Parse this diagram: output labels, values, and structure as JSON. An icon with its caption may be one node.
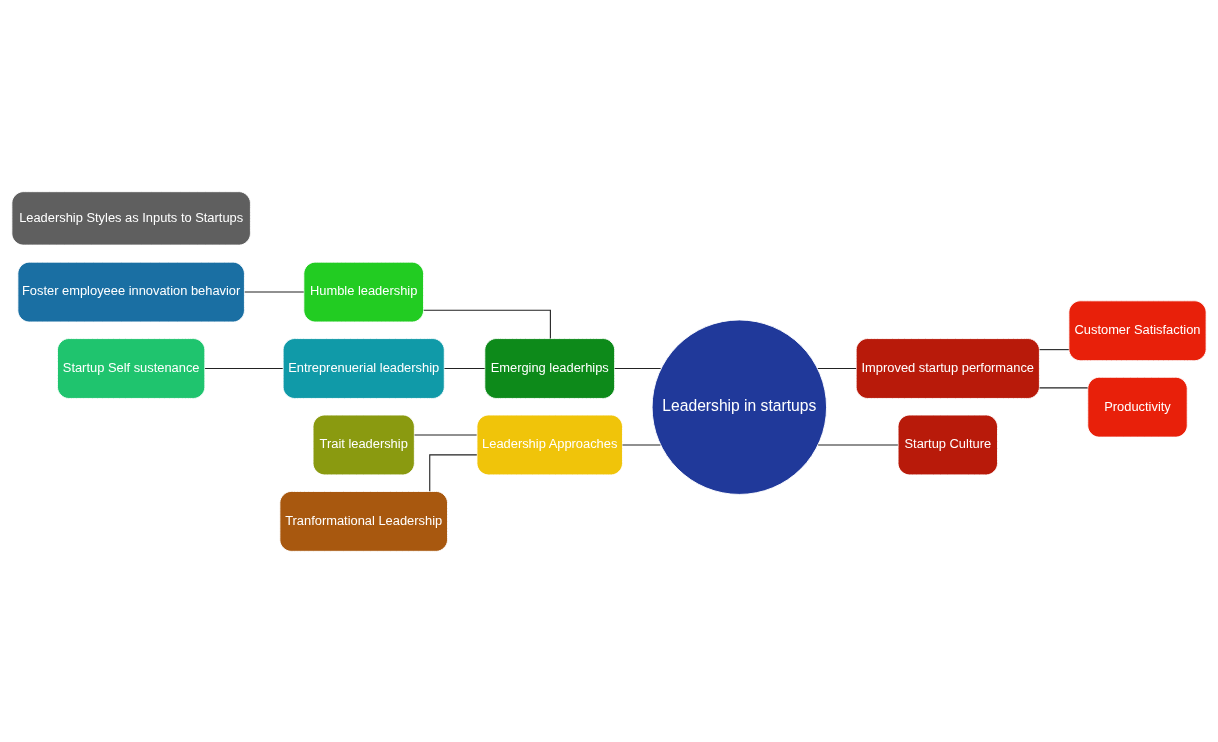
{
  "diagram": {
    "nodes": [
      {
        "text": [
          "Foster employeee innovation behavior"
        ]
      },
      {
        "text": [
          "Humble leadership"
        ]
      },
      {
        "text": [
          "Entreprenuerial leadership"
        ]
      },
      {
        "text": [
          "Startup Self sustenance"
        ]
      },
      {
        "text": [
          "Emerging leaderhips"
        ]
      },
      {
        "text": [
          "Trait leadership"
        ]
      },
      {
        "text": [
          "Tranformational Leadership"
        ]
      },
      {
        "text": [
          "Leadership Approaches"
        ]
      },
      {
        "text": [
          "Leadership in startups"
        ]
      },
      {
        "text": [
          "Improved startup performance"
        ]
      },
      {
        "text": [
          "Startup Culture"
        ]
      },
      {
        "text": [
          "Customer Satisfaction"
        ]
      },
      {
        "text": [
          "Productivity"
        ]
      },
      {
        "text": [
          "Leadership Styles as Inputs to Startups"
        ]
      }
    ],
    "edges": [
      {
        "from": 0,
        "to": 1,
        "arrow": "none"
      },
      {
        "from": 1,
        "to": 4,
        "arrow": "none"
      },
      {
        "from": 3,
        "to": 2,
        "arrow": "none"
      },
      {
        "from": 2,
        "to": 4,
        "arrow": "none"
      },
      {
        "from": 4,
        "to": 8,
        "arrow": "none"
      },
      {
        "from": 5,
        "to": 7,
        "arrow": "none"
      },
      {
        "from": 6,
        "to": 7,
        "arrow": "none"
      },
      {
        "from": 7,
        "to": 8,
        "arrow": "none"
      },
      {
        "from": 8,
        "to": 9,
        "arrow": "none"
      },
      {
        "from": 8,
        "to": 10,
        "arrow": "none"
      },
      {
        "from": 9,
        "to": 11,
        "arrow": "none"
      },
      {
        "from": 9,
        "to": 12,
        "arrow": "none"
      }
    ]
  }
}
